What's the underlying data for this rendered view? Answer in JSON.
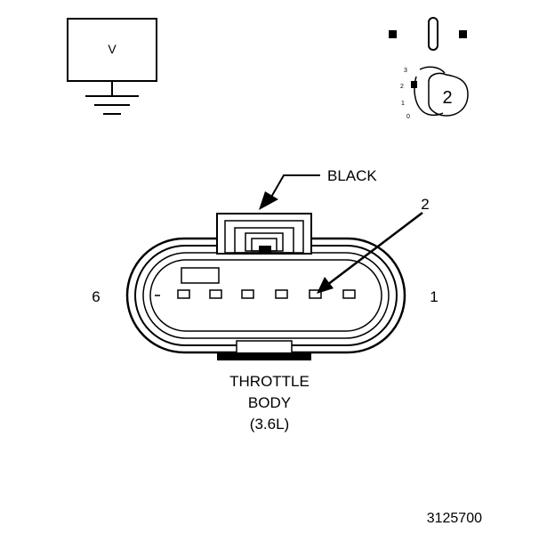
{
  "voltmeter": {
    "symbol": "V"
  },
  "probe_key": {
    "positions": [
      "3",
      "2",
      "1",
      "0"
    ],
    "pin_number": "2"
  },
  "connector": {
    "color_label": "BLACK",
    "target_pin_label": "2",
    "left_pin_label": "6",
    "right_pin_label": "1",
    "name_lines": [
      "THROTTLE",
      "BODY",
      "(3.6L)"
    ]
  },
  "figure_number": "3125700"
}
